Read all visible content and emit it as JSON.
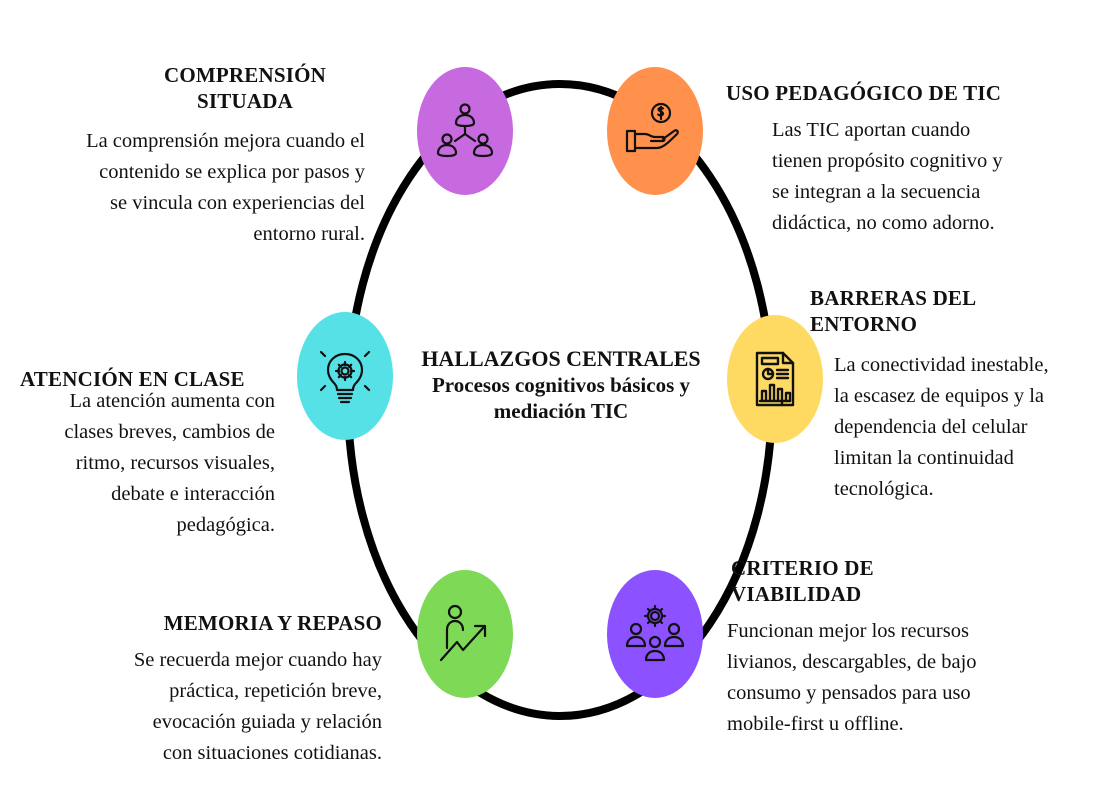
{
  "center": {
    "title": "HALLAZGOS CENTRALES",
    "subtitle_line1": "Procesos cognitivos básicos y",
    "subtitle_line2": "mediación TIC"
  },
  "nodes": [
    {
      "id": "comprension",
      "title_line1": "COMPRENSIÓN",
      "title_line2": "SITUADA",
      "desc": [
        "La comprensión mejora cuando el",
        "contenido se explica por pasos y",
        "se vincula con experiencias del",
        "entorno rural."
      ],
      "icon": "network-people-icon",
      "color": "#C86ADF"
    },
    {
      "id": "uso-pedagogico",
      "title_line1": "USO PEDAGÓGICO DE TIC",
      "desc": [
        "Las TIC aportan cuando",
        "tienen propósito cognitivo y",
        "se integran a la secuencia",
        "didáctica, no como adorno."
      ],
      "icon": "hand-coin-icon",
      "color": "#FF914D"
    },
    {
      "id": "atencion",
      "title_line1": "ATENCIÓN EN CLASE",
      "desc": [
        "La atención aumenta con",
        "clases breves, cambios de",
        "ritmo, recursos visuales,",
        "debate e interacción",
        "pedagógica."
      ],
      "icon": "lightbulb-gear-icon",
      "color": "#55E1E6"
    },
    {
      "id": "barreras",
      "title_line1": "BARRERAS DEL",
      "title_line2": "ENTORNO",
      "desc": [
        "La conectividad inestable,",
        "la escasez de equipos y la",
        "dependencia del celular",
        "limitan la continuidad",
        "tecnológica."
      ],
      "icon": "report-document-icon",
      "color": "#FFDA62"
    },
    {
      "id": "memoria",
      "title_line1": "MEMORIA Y REPASO",
      "desc": [
        "Se recuerda mejor cuando hay",
        "práctica, repetición breve,",
        "evocación guiada y relación",
        "con situaciones cotidianas."
      ],
      "icon": "person-growth-icon",
      "color": "#7ED957"
    },
    {
      "id": "criterio",
      "title_line1": "CRITERIO DE",
      "title_line2": "VIABILIDAD",
      "desc": [
        "Funcionan mejor los recursos",
        "livianos, descargables, de bajo",
        "consumo y pensados para uso",
        "mobile-first u offline."
      ],
      "icon": "team-gear-icon",
      "color": "#8C52FF"
    }
  ],
  "colors": {
    "ring": "#000000",
    "text": "#111111"
  }
}
